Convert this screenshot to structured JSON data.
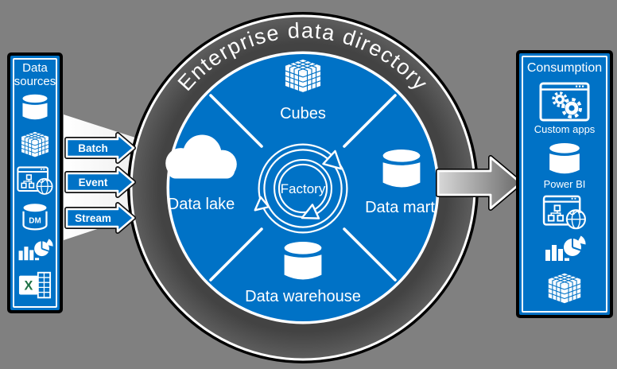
{
  "colors": {
    "blue": "#0072C6",
    "ring_gray": "#4A4A4A",
    "background_gray": "#808080",
    "excel_green": "#1E7145",
    "white": "#FFFFFF"
  },
  "left_panel": {
    "title_line1": "Data",
    "title_line2": "sources",
    "excel_letter": "X",
    "icons": [
      {
        "name": "database-icon"
      },
      {
        "name": "cube-icon"
      },
      {
        "name": "app-window-globe-icon"
      },
      {
        "name": "dm-database-icon",
        "label": "DM"
      },
      {
        "name": "charts-icon"
      },
      {
        "name": "excel-icon"
      }
    ]
  },
  "ingest_arrows": [
    {
      "label": "Batch"
    },
    {
      "label": "Event"
    },
    {
      "label": "Stream"
    }
  ],
  "hub": {
    "ring_title": "Enterprise data directory",
    "center_label": "Factory",
    "quadrant_top": "Cubes",
    "quadrant_left": "Data lake",
    "quadrant_right": "Data mart",
    "quadrant_bottom": "Data warehouse"
  },
  "right_panel": {
    "title": "Consumption",
    "items": [
      {
        "icon": "custom-apps-icon",
        "label": "Custom apps"
      },
      {
        "icon": "power-bi-database-icon",
        "label": "Power BI"
      },
      {
        "icon": "app-window-globe-icon",
        "label": ""
      },
      {
        "icon": "charts-icon",
        "label": ""
      },
      {
        "icon": "cube-icon",
        "label": ""
      }
    ]
  }
}
